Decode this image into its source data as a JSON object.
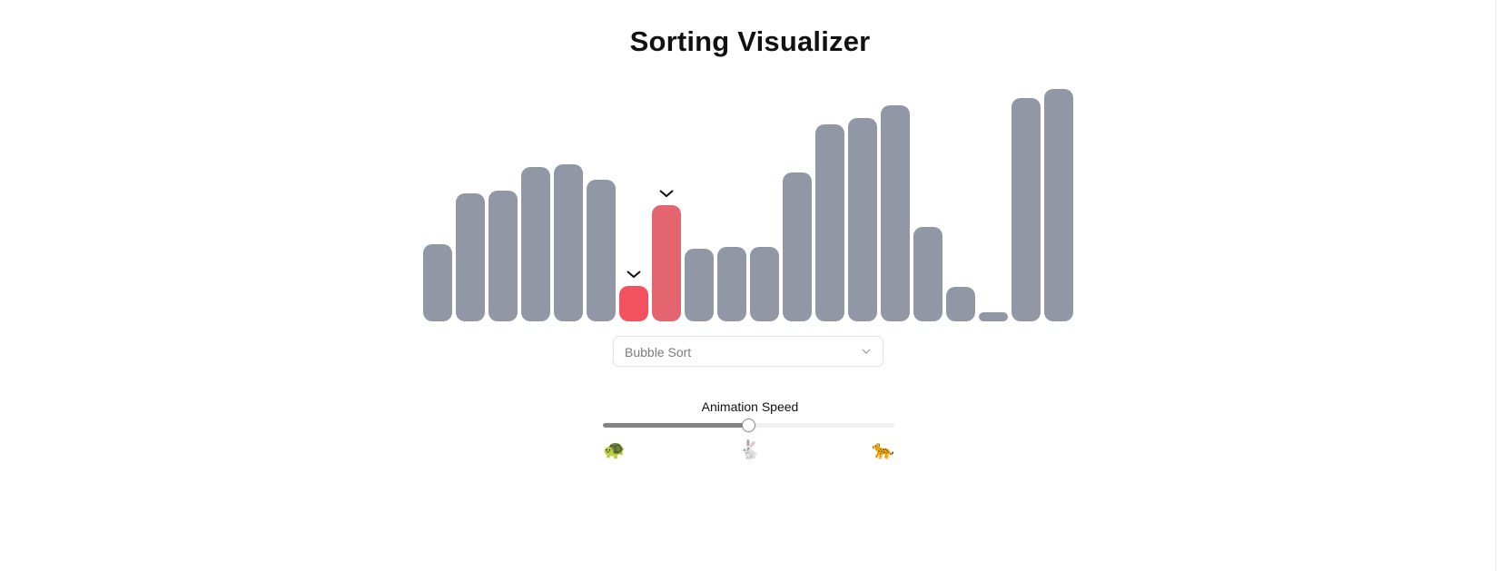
{
  "page": {
    "title": "Sorting Visualizer"
  },
  "bars": {
    "values": [
      85,
      141,
      144,
      170,
      173,
      156,
      39,
      128,
      80,
      82,
      82,
      164,
      217,
      224,
      238,
      104,
      38,
      10,
      246,
      256
    ],
    "states": [
      "default",
      "default",
      "default",
      "default",
      "default",
      "default",
      "active",
      "compare",
      "default",
      "default",
      "default",
      "default",
      "default",
      "default",
      "default",
      "default",
      "default",
      "default",
      "default",
      "default"
    ],
    "markers": [
      7,
      8
    ]
  },
  "algorithm_select": {
    "value": "Bubble Sort",
    "chevron_icon": "chevron-down-icon"
  },
  "speed": {
    "label": "Animation Speed",
    "value_fraction": 0.5,
    "slow_icon": "🐢",
    "medium_icon": "🐇",
    "fast_icon": "🐆"
  },
  "colors": {
    "bar_default": "#9197a4",
    "bar_active": "#f25160",
    "bar_compare": "#e4646f"
  }
}
